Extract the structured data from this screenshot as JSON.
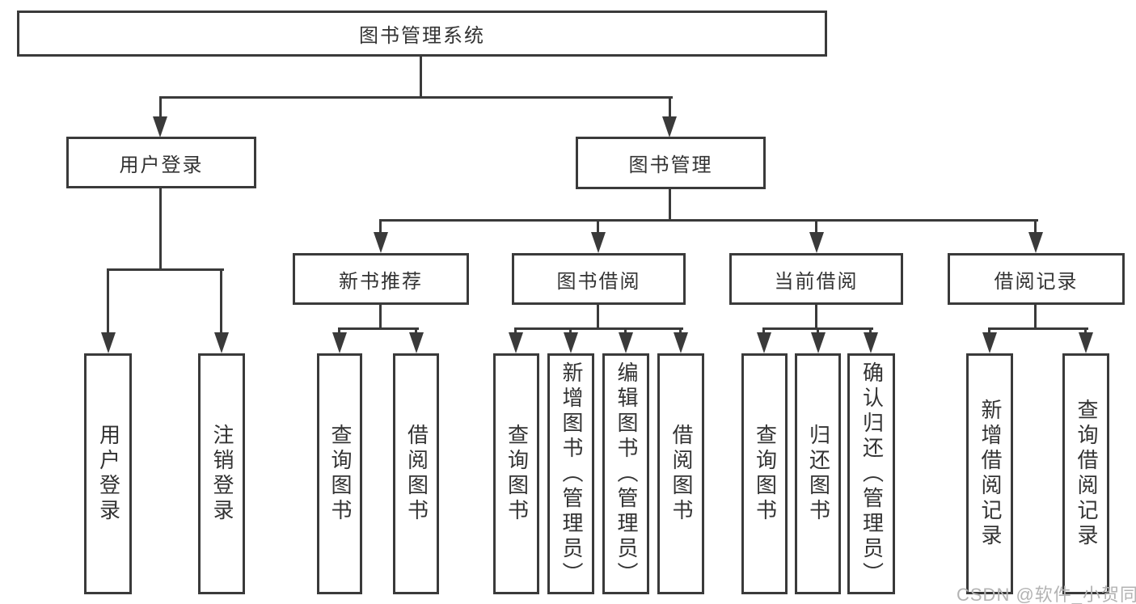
{
  "diagram": {
    "root": "图书管理系统",
    "level2": {
      "user_login": "用户登录",
      "book_management": "图书管理"
    },
    "level3": {
      "new_book_recommend": "新书推荐",
      "book_borrow": "图书借阅",
      "current_borrow": "当前借阅",
      "borrow_records": "借阅记录"
    },
    "leaves": {
      "user_login": "用户登录",
      "logout": "注销登录",
      "nb_query": "查询图书",
      "nb_borrow": "借阅图书",
      "bb_query": "查询图书",
      "bb_add": "新增图书（管理员）",
      "bb_edit": "编辑图书（管理员）",
      "bb_borrow": "借阅图书",
      "cb_query": "查询图书",
      "cb_return": "归还图书",
      "cb_confirm": "确认归还（管理员）",
      "br_add": "新增借阅记录",
      "br_query": "查询借阅记录"
    }
  },
  "watermark": "CSDN @软件_小贺同学",
  "colors": {
    "line": "#3a3a3a",
    "text": "#333333",
    "watermark": "#b3b3b3",
    "background": "#ffffff"
  }
}
